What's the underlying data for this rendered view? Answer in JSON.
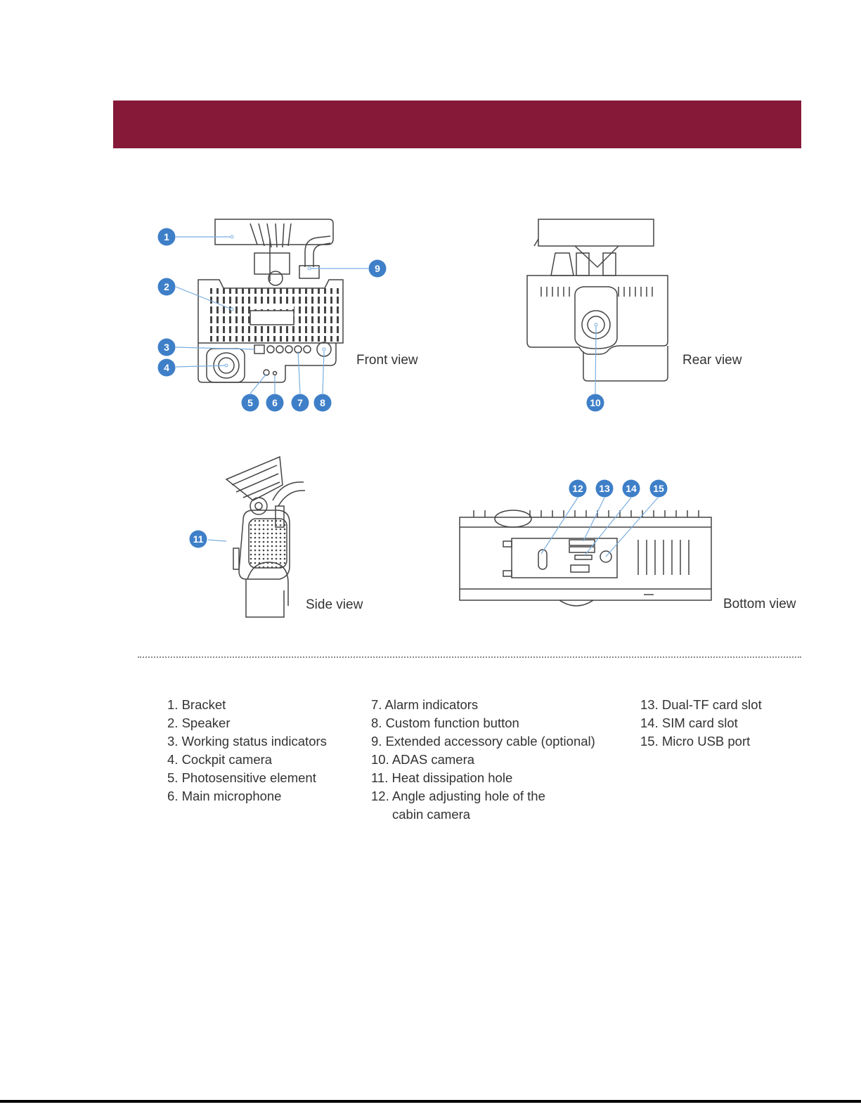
{
  "views": {
    "front": "Front view",
    "rear": "Rear view",
    "side": "Side view",
    "bottom": "Bottom view"
  },
  "callouts": [
    "1",
    "2",
    "3",
    "4",
    "5",
    "6",
    "7",
    "8",
    "9",
    "10",
    "11",
    "12",
    "13",
    "14",
    "15"
  ],
  "legend": {
    "col1": [
      "1. Bracket",
      "2. Speaker",
      "3. Working status indicators",
      "4. Cockpit camera",
      "5. Photosensitive element",
      "6. Main microphone"
    ],
    "col2": [
      "7. Alarm indicators",
      "8. Custom function button",
      "9. Extended accessory cable (optional)",
      "10. ADAS camera",
      "11. Heat dissipation hole",
      "12. Angle adjusting hole of the"
    ],
    "col2_cont": "cabin camera",
    "col3": [
      "13. Dual-TF card slot",
      "14. SIM card slot",
      "15. Micro USB port"
    ]
  },
  "colors": {
    "banner": "#861838",
    "callout": "#3e7fc8",
    "line": "#444444"
  }
}
